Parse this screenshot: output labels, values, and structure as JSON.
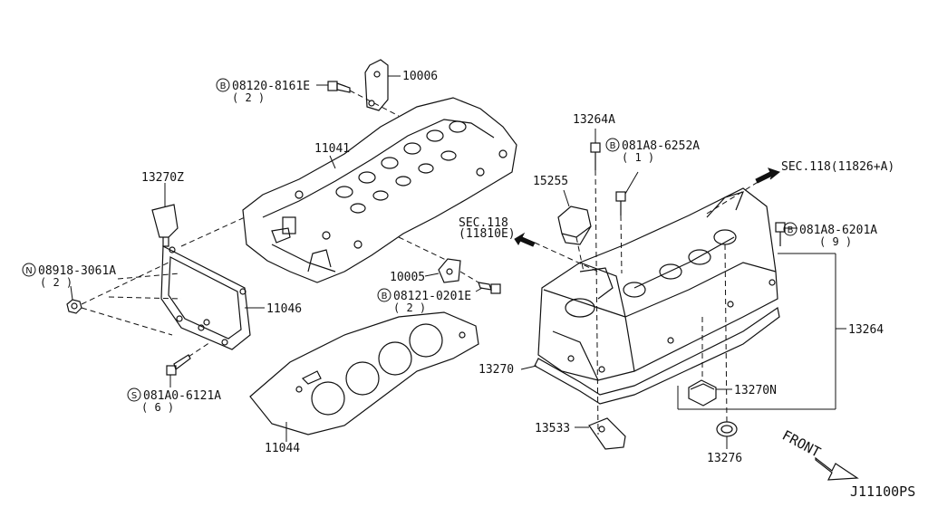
{
  "diagram_id": "J11100PS",
  "labels": {
    "p10006": "10006",
    "p08120_8161E": "08120-8161E",
    "p08120_qty": "( 2 )",
    "p11041": "11041",
    "p13270Z": "13270Z",
    "p08918_3061A": "08918-3061A",
    "p08918_qty": "( 2 )",
    "p11046": "11046",
    "p10005": "10005",
    "p08121_0201E": "08121-0201E",
    "p08121_qty": "( 2 )",
    "p081A0_6121A": "081A0-6121A",
    "p081A0_qty": "( 6 )",
    "p11044": "11044",
    "p13264A": "13264A",
    "p081A8_6252A": "081A8-6252A",
    "p081A8_6252A_qty": "( 1 )",
    "p15255": "15255",
    "sec118_upper": "SEC.118(11826+A)",
    "sec118_lower_line1": "SEC.118",
    "sec118_lower_line2": "(11810E)",
    "p081A8_6201A": "081A8-6201A",
    "p081A8_6201A_qty": "( 9 )",
    "p13264": "13264",
    "p13270": "13270",
    "p13270N": "13270N",
    "p13533": "13533",
    "p13276": "13276",
    "front": "FRONT"
  },
  "circle_markers": {
    "B": "B",
    "N": "N",
    "S": "S"
  },
  "colors": {
    "line": "#111111",
    "background": "#ffffff"
  }
}
